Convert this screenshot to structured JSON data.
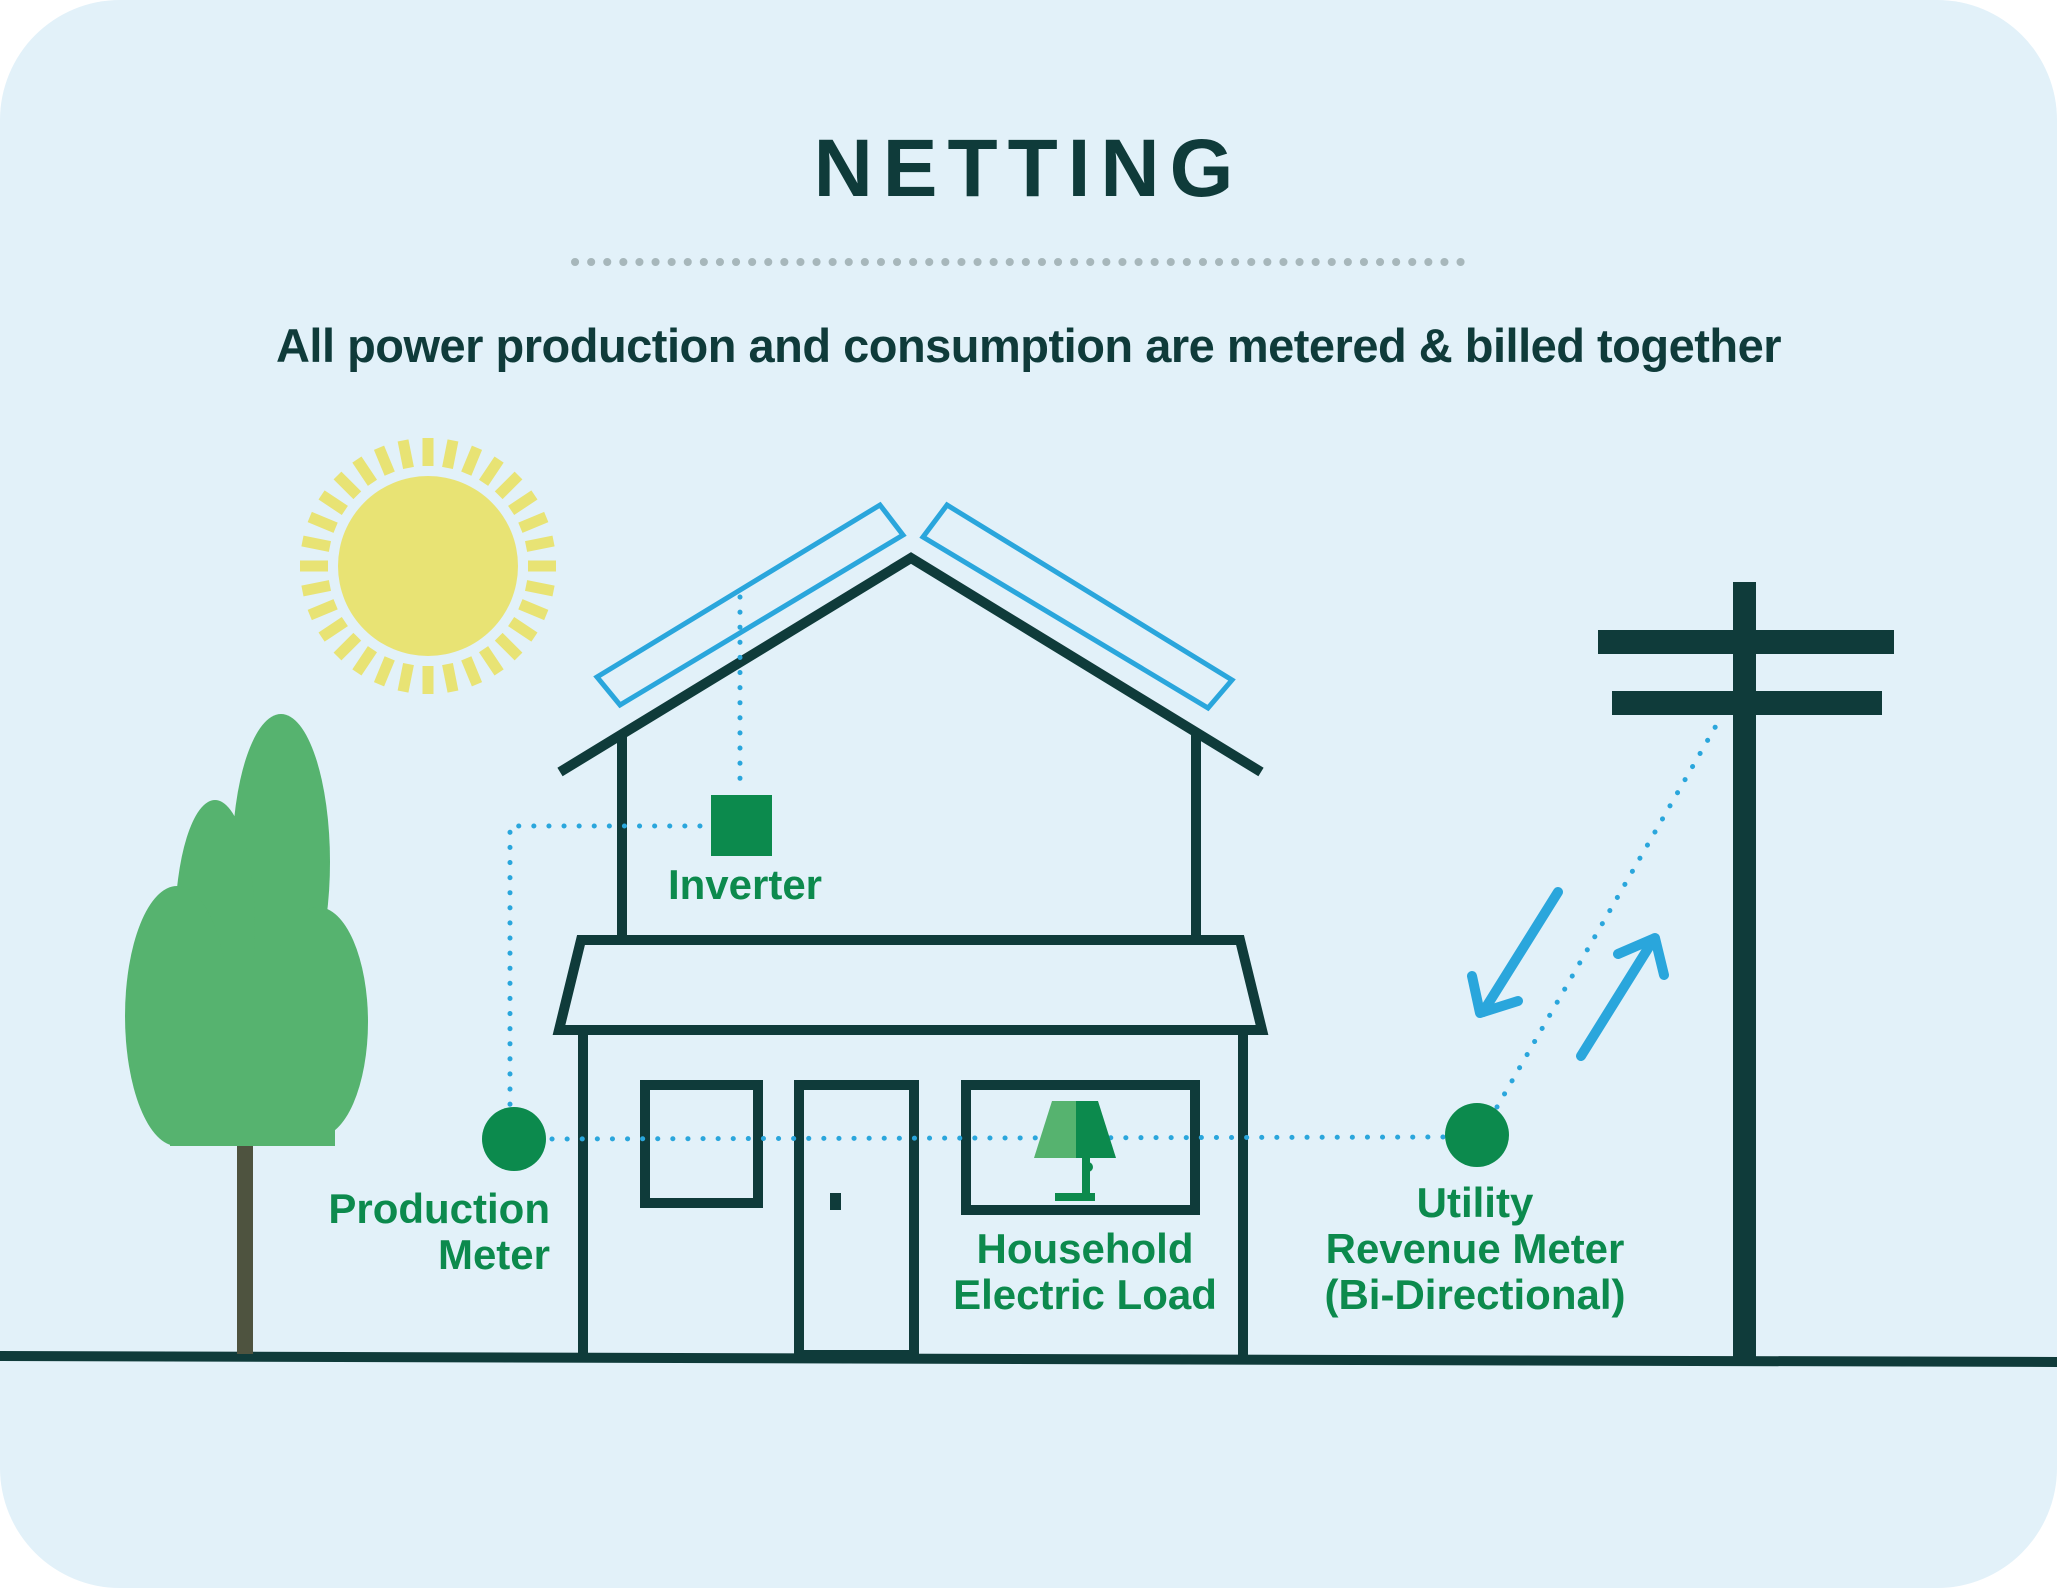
{
  "title": "NETTING",
  "subtitle": "All power production and consumption are metered & billed together",
  "labels": {
    "inverter": "Inverter",
    "production_line1": "Production",
    "production_line2": "Meter",
    "household_line1": "Household",
    "household_line2": "Electric Load",
    "utility_line1": "Utility",
    "utility_line2": "Revenue Meter",
    "utility_line3": "(Bi-Directional)"
  },
  "colors": {
    "background": "#e2f1f9",
    "dark": "#0f3b3a",
    "green": "#0c8a4d",
    "tree": "#56b36f",
    "sun": "#e8e374",
    "blue": "#2aa6dc"
  },
  "icons": [
    "sun-icon",
    "tree-icon",
    "house-icon",
    "solar-panel-icon",
    "inverter-icon",
    "meter-icon",
    "lamp-icon",
    "utility-pole-icon",
    "arrow-down-left-icon",
    "arrow-up-right-icon"
  ]
}
